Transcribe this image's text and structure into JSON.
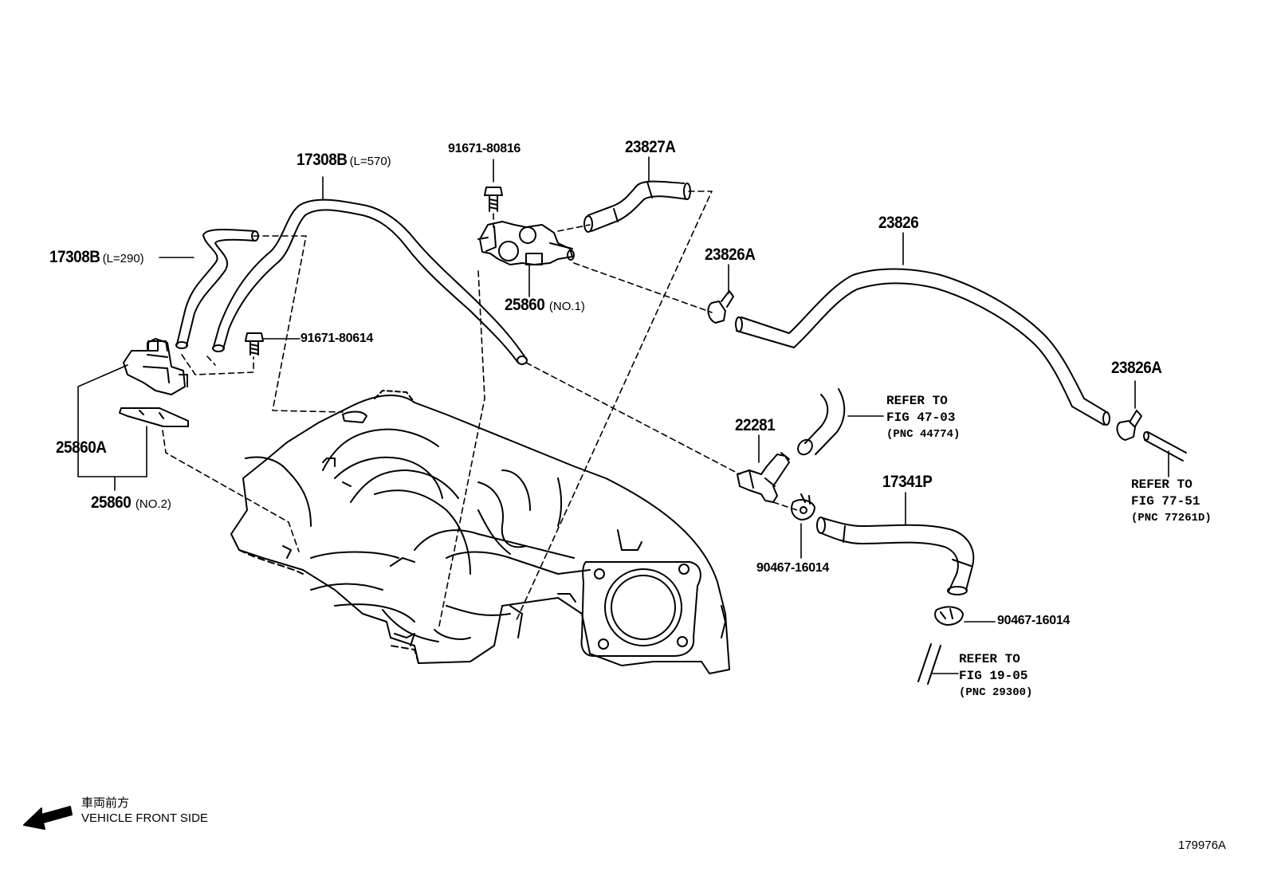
{
  "part_labels": {
    "hose_17308b_long": {
      "number": "17308B",
      "note": "(L=570)"
    },
    "hose_17308b_short": {
      "number": "17308B",
      "note": "(L=290)"
    },
    "bolt_top": {
      "number": "91671-80816"
    },
    "bolt_mid": {
      "number": "91671-80614"
    },
    "hose_23827a": {
      "number": "23827A"
    },
    "hose_23826": {
      "number": "23826"
    },
    "clamp_23826a_top": {
      "number": "23826A"
    },
    "clamp_23826a_right": {
      "number": "23826A"
    },
    "vsv_25860_no1": {
      "number": "25860",
      "note": "(NO.1)"
    },
    "vsv_25860a": {
      "number": "25860A"
    },
    "vsv_25860_no2": {
      "number": "25860",
      "note": "(NO.2)"
    },
    "valve_22281": {
      "number": "22281"
    },
    "hose_17341p": {
      "number": "17341P"
    },
    "clip_90467_left": {
      "number": "90467-16014"
    },
    "clip_90467_right": {
      "number": "90467-16014"
    }
  },
  "references": [
    {
      "line1": "REFER TO",
      "line2": "FIG 47-03",
      "line3": "(PNC 44774)"
    },
    {
      "line1": "REFER TO",
      "line2": "FIG 77-51",
      "line3": "(PNC 77261D)"
    },
    {
      "line1": "REFER TO",
      "line2": "FIG 19-05",
      "line3": "(PNC 29300)"
    }
  ],
  "direction_legend": {
    "line1": "車両前方",
    "line2": "VEHICLE FRONT SIDE",
    "arrow_icon": "arrow-left-down-icon"
  },
  "figure_code": "179976A"
}
